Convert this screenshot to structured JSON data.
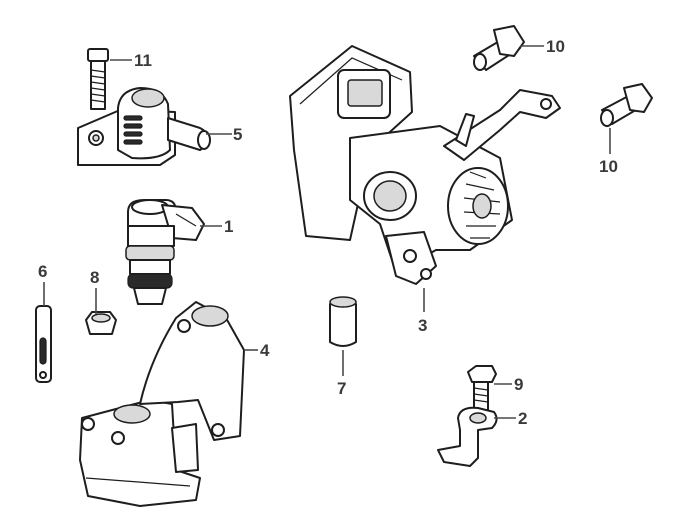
{
  "diagram": {
    "callouts": [
      {
        "id": "1",
        "label": "1"
      },
      {
        "id": "2",
        "label": "2"
      },
      {
        "id": "3",
        "label": "3"
      },
      {
        "id": "4",
        "label": "4"
      },
      {
        "id": "5",
        "label": "5"
      },
      {
        "id": "6",
        "label": "6"
      },
      {
        "id": "7",
        "label": "7"
      },
      {
        "id": "8",
        "label": "8"
      },
      {
        "id": "9",
        "label": "9"
      },
      {
        "id": "10a",
        "label": "10"
      },
      {
        "id": "10b",
        "label": "10"
      },
      {
        "id": "11",
        "label": "11"
      }
    ]
  }
}
